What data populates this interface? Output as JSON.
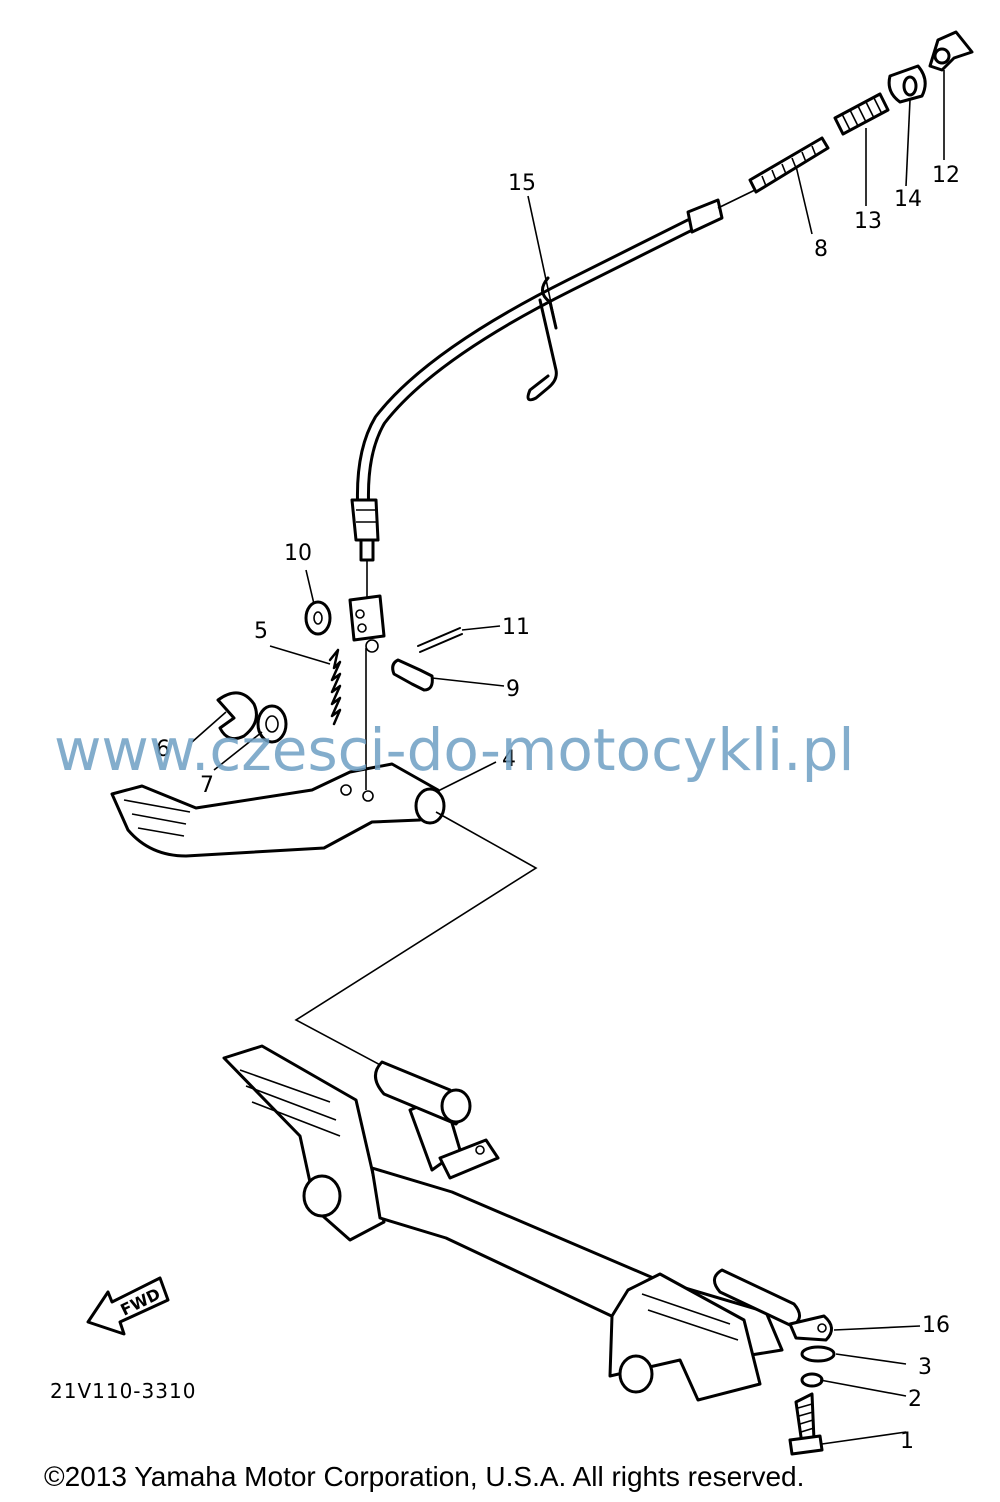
{
  "diagram": {
    "labels": [
      {
        "id": "1",
        "text": "1"
      },
      {
        "id": "2",
        "text": "2"
      },
      {
        "id": "3",
        "text": "3"
      },
      {
        "id": "4",
        "text": "4"
      },
      {
        "id": "5",
        "text": "5"
      },
      {
        "id": "6",
        "text": "6"
      },
      {
        "id": "7",
        "text": "7"
      },
      {
        "id": "8",
        "text": "8"
      },
      {
        "id": "9",
        "text": "9"
      },
      {
        "id": "10",
        "text": "10"
      },
      {
        "id": "11",
        "text": "11"
      },
      {
        "id": "12",
        "text": "12"
      },
      {
        "id": "13",
        "text": "13"
      },
      {
        "id": "14",
        "text": "14"
      },
      {
        "id": "15",
        "text": "15"
      },
      {
        "id": "16",
        "text": "16"
      }
    ],
    "diagram_code": "21V110-3310",
    "fwd_label": "FWD",
    "watermark": "www.czesci-do-motocykli.pl",
    "copyright": "©2013 Yamaha Motor Corporation, U.S.A. All rights reserved."
  }
}
